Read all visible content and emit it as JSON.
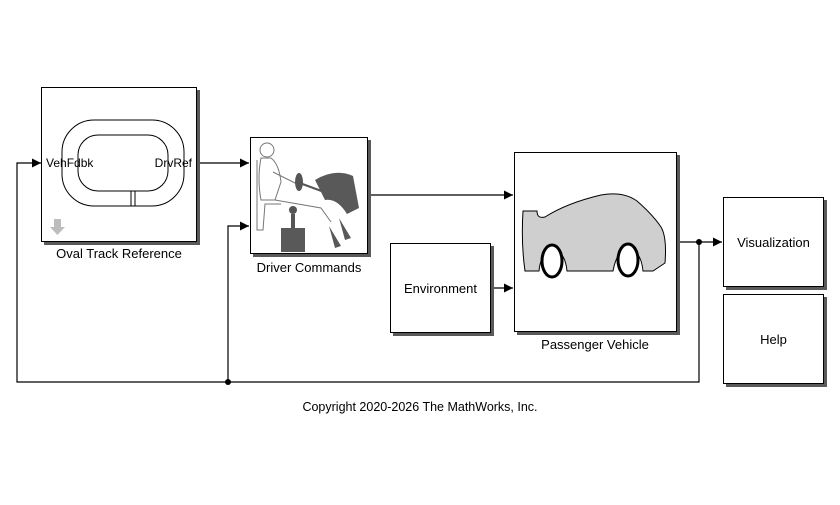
{
  "blocks": {
    "track": {
      "label": "Oval Track Reference",
      "input_port": "VehFdbk",
      "output_port": "DrvRef",
      "icon": "oval-track-icon",
      "badge_icon": "down-arrow-icon"
    },
    "driver": {
      "label": "Driver Commands",
      "icon": "driver-seat-icon"
    },
    "environment": {
      "label": "Environment"
    },
    "vehicle": {
      "label": "Passenger Vehicle",
      "icon": "car-silhouette-icon"
    },
    "visualization": {
      "label": "Visualization"
    },
    "help": {
      "label": "Help"
    }
  },
  "footer": {
    "copyright": "Copyright 2020-2026 The MathWorks, Inc."
  },
  "colors": {
    "line": "#000000",
    "shadow": "#5a5a5a",
    "car_fill": "#cfcfcf",
    "badge_fill": "#bdbdbd"
  }
}
